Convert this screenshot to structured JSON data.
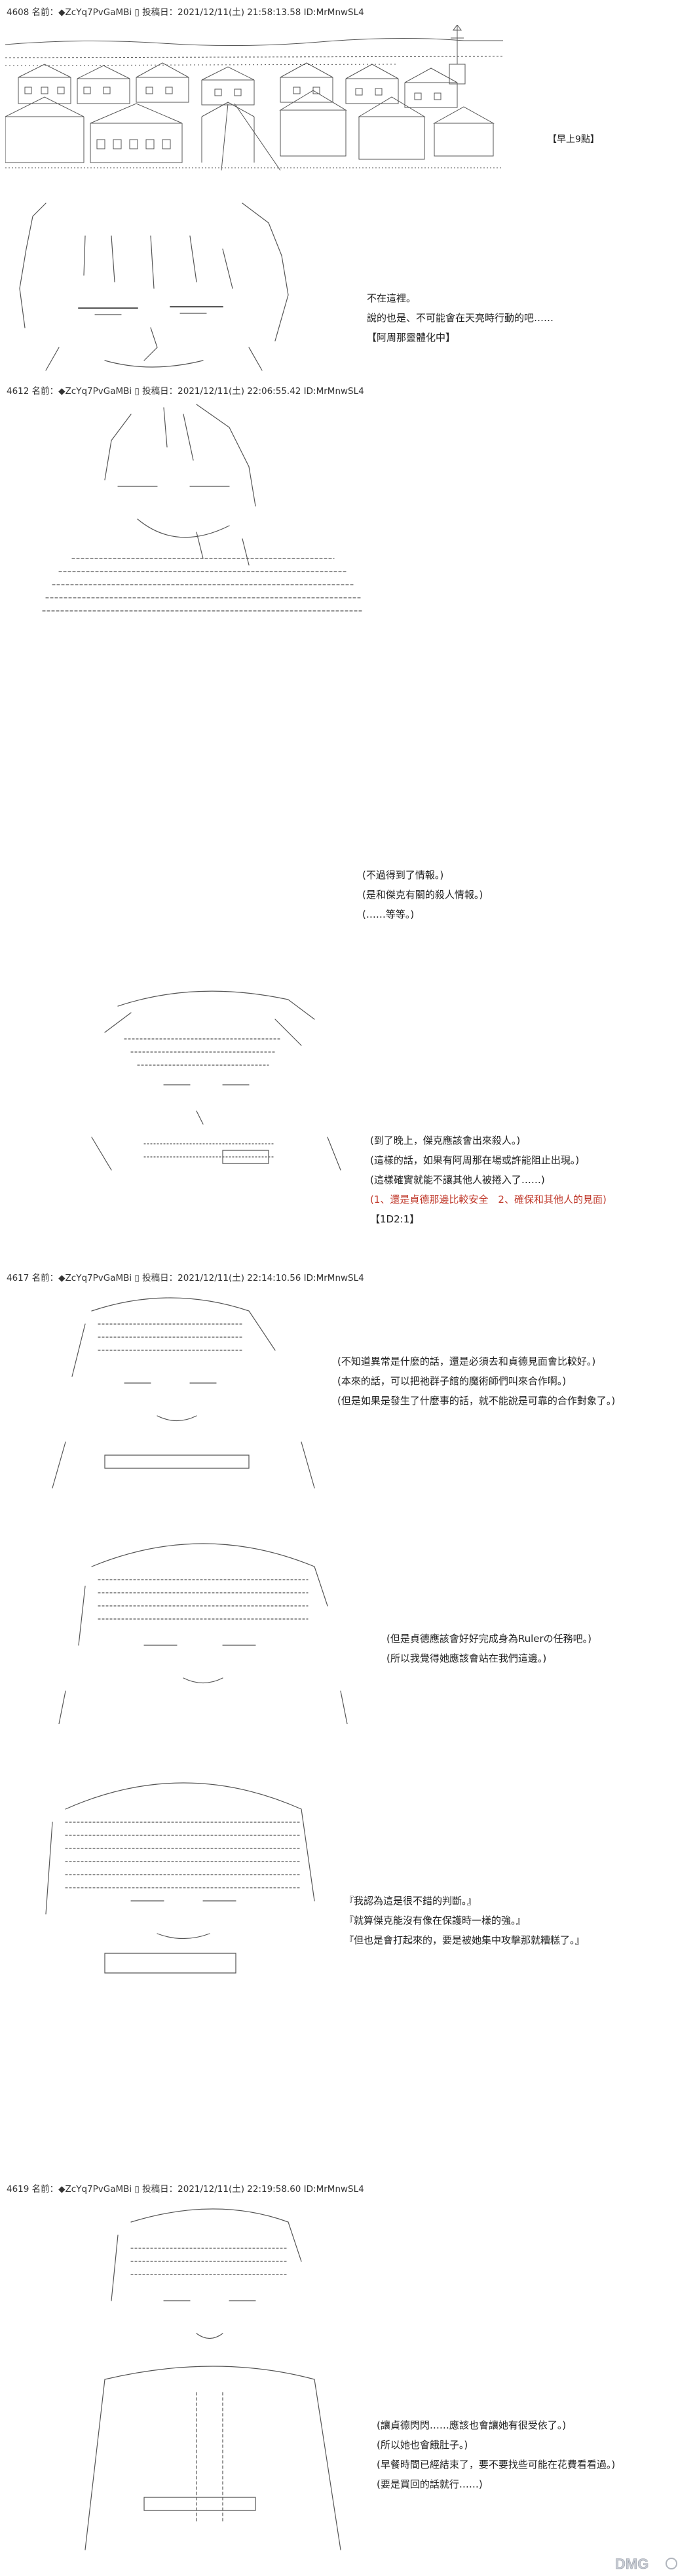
{
  "posts": [
    {
      "header": "4608 名前：◆ZcYq7PvGaMBi ▯ 投稿日：2021/12/11(土) 21:58:13.58 ID:MrMnwSL4",
      "time_label": "【早上9點】"
    },
    {
      "header": "4612 名前：◆ZcYq7PvGaMBi ▯ 投稿日：2021/12/11(土) 22:06:55.42 ID:MrMnwSL4"
    },
    {
      "header": "4617 名前：◆ZcYq7PvGaMBi ▯ 投稿日：2021/12/11(土) 22:14:10.56 ID:MrMnwSL4"
    },
    {
      "header": "4619 名前：◆ZcYq7PvGaMBi ▯ 投稿日：2021/12/11(土) 22:19:58.60 ID:MrMnwSL4"
    }
  ],
  "dialogs": {
    "d1": [
      "不在這裡。",
      "說的也是、不可能會在天亮時行動的吧……",
      "【阿周那靈體化中】"
    ],
    "d2": [
      "(不過得到了情報。)",
      "(是和傑克有關的殺人情報。)",
      "(……等等。)"
    ],
    "d3": [
      "(到了晚上，傑克應該會出來殺人。)",
      "(這樣的話，如果有阿周那在場或許能阻止出現。)",
      "(這樣確實就能不讓其他人被捲入了……)"
    ],
    "d3_options": "(1、還是貞德那邊比較安全　2、確保和其他人的見面)",
    "d3_roll": "【1D2:1】",
    "d4": [
      "(不知道異常是什麼的話，還是必須去和貞德見面會比較好。)",
      "(本來的話，可以把祂群子館的魔術師們叫來合作啊。)",
      "(但是如果是發生了什麼事的話，就不能說是可靠的合作對象了。)"
    ],
    "d5": [
      "(但是貞德應該會好好完成身為Rulerの任務吧。)",
      "(所以我覺得她應該會站在我們這邊。)"
    ],
    "d6": [
      "『我認為這是很不錯的判斷。』",
      "『就算傑克能沒有像在保護時一樣的強。』",
      "『但也是會打起來的，要是被她集中攻擊那就糟糕了。』"
    ],
    "d7": [
      "(讓貞德閃閃……應該也會讓她有很受依了。)",
      "(所以她也會餓肚子。)",
      "(早餐時間已經結束了，要不要找些可能在花費看看過。)",
      "(要是買回的話就行……)"
    ]
  },
  "watermark": "DMG"
}
